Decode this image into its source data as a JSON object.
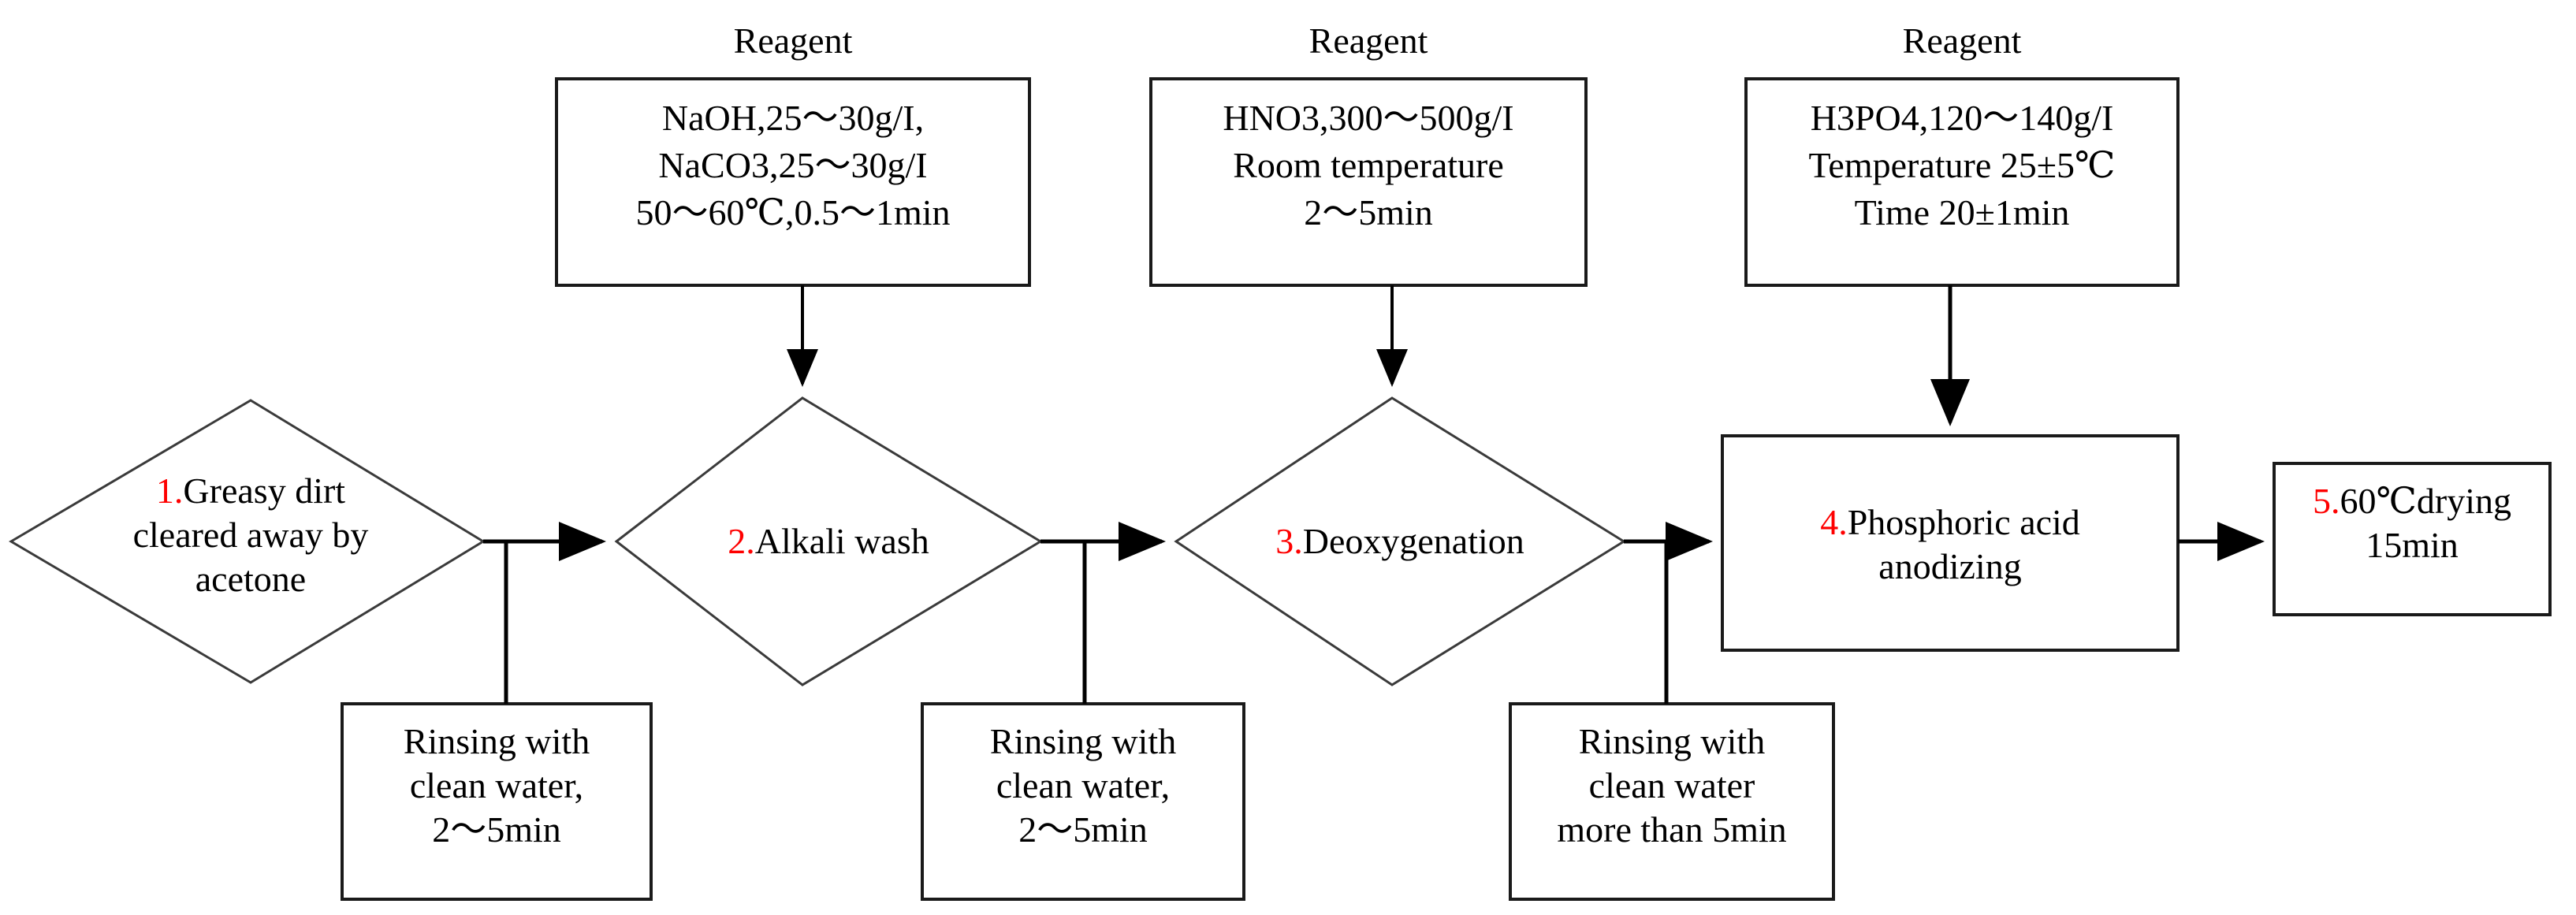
{
  "diagram": {
    "title": "Phosphoric acid anodizing pretreatment process flow",
    "type": "flowchart",
    "colors": {
      "step_number": "#fe0000",
      "text": "#000000",
      "stroke": "#000000",
      "background": "#ffffff"
    },
    "reagent_labels": [
      {
        "id": "reagent-label-1",
        "text": "Reagent"
      },
      {
        "id": "reagent-label-2",
        "text": "Reagent"
      },
      {
        "id": "reagent-label-3",
        "text": "Reagent"
      }
    ],
    "reagent_boxes": [
      {
        "id": "reagent-box-alkali",
        "lines": [
          "NaOH,25～30g/I,",
          "NaCO3,25～30g/I",
          "50～60℃,0.5～1min"
        ]
      },
      {
        "id": "reagent-box-deoxygenation",
        "lines": [
          "HNO3,300～500g/I",
          "Room temperature",
          "2～5min"
        ]
      },
      {
        "id": "reagent-box-phosphoric",
        "lines": [
          "H3PO4,120～140g/I",
          "Temperature 25±5℃",
          "Time 20±1min"
        ]
      }
    ],
    "steps": [
      {
        "id": "step-1-greasy-dirt",
        "shape": "diamond",
        "number": "1.",
        "lines": [
          "Greasy dirt",
          "cleared away by",
          "acetone"
        ]
      },
      {
        "id": "step-2-alkali-wash",
        "shape": "diamond",
        "number": "2.",
        "lines": [
          "Alkali wash"
        ]
      },
      {
        "id": "step-3-deoxygenation",
        "shape": "diamond",
        "number": "3.",
        "lines": [
          "Deoxygenation"
        ]
      },
      {
        "id": "step-4-phosphoric-acid-anodizing",
        "shape": "rectangle",
        "number": "4.",
        "lines": [
          "Phosphoric acid",
          "anodizing"
        ]
      },
      {
        "id": "step-5-drying",
        "shape": "rectangle",
        "number": "5.",
        "lines": [
          "60℃drying",
          "15min"
        ]
      }
    ],
    "rinse_boxes": [
      {
        "id": "rinse-box-1",
        "lines": [
          "Rinsing with",
          "clean water,",
          "2～5min"
        ]
      },
      {
        "id": "rinse-box-2",
        "lines": [
          "Rinsing with",
          "clean water,",
          "2～5min"
        ]
      },
      {
        "id": "rinse-box-3",
        "lines": [
          "Rinsing with",
          "clean water",
          "more than 5min"
        ]
      }
    ]
  }
}
